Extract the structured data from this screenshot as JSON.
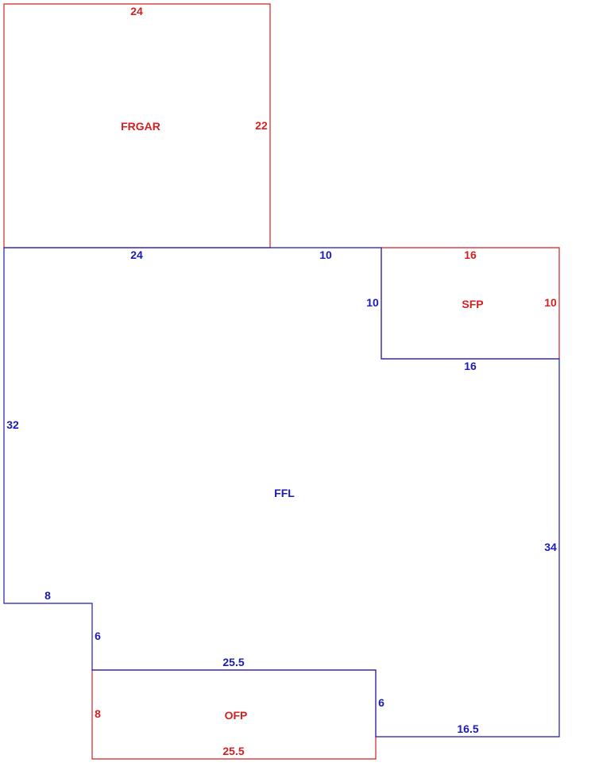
{
  "colors": {
    "blue": "#1a1ab8",
    "red": "#d42020"
  },
  "areas": {
    "frgar": {
      "name": "FRGAR",
      "top": "24",
      "right": "22"
    },
    "ffl": {
      "name": "FFL",
      "top_left": "24",
      "top_right": "10",
      "left": "32",
      "step_top": "8",
      "step_side": "6",
      "bottom_mid": "25.5",
      "bottom_right_side": "6",
      "bottom_right": "16.5",
      "right": "34",
      "sfp_side": "10",
      "sfp_bottom": "16"
    },
    "sfp": {
      "name": "SFP",
      "top": "16",
      "right": "10"
    },
    "ofp": {
      "name": "OFP",
      "left": "8",
      "bottom": "25.5"
    }
  }
}
